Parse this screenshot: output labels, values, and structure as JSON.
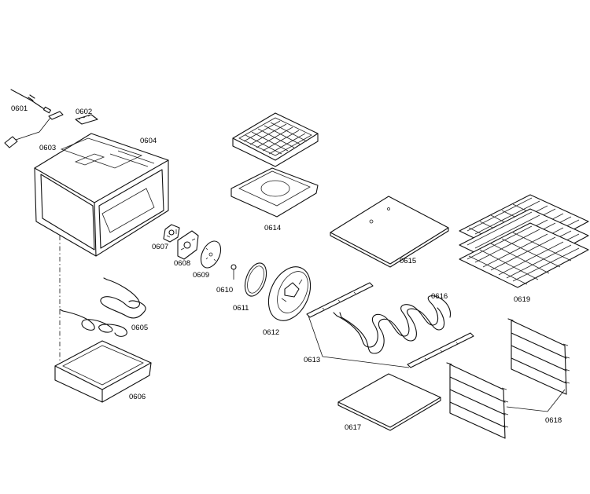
{
  "labels": {
    "p0601": "0601",
    "p0602": "0602",
    "p0603": "0603",
    "p0604": "0604",
    "p0605": "0605",
    "p0606": "0606",
    "p0607": "0607",
    "p0608": "0608",
    "p0609": "0609",
    "p0610": "0610",
    "p0611": "0611",
    "p0612": "0612",
    "p0613": "0613",
    "p0614": "0614",
    "p0615": "0615",
    "p0616": "0616",
    "p0617": "0617",
    "p0618": "0618",
    "p0619": "0619"
  }
}
